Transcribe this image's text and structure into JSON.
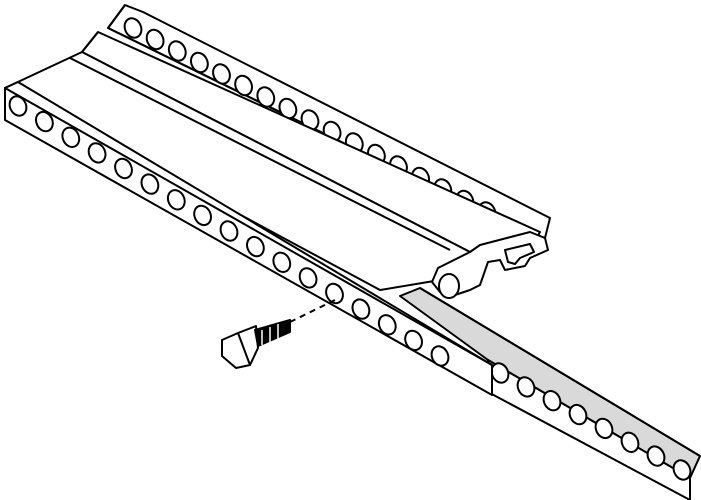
{
  "figure": {
    "kind": "line-illustration",
    "style": "black line art on white",
    "components": [
      {
        "id": "rail-assembly",
        "icon": "rail-channel-icon"
      },
      {
        "id": "perforated-flange-front",
        "icon": "perforated-flange-icon"
      },
      {
        "id": "perforated-flange-back",
        "icon": "perforated-flange-icon"
      },
      {
        "id": "slide-extension",
        "icon": "slide-rail-icon"
      },
      {
        "id": "screw",
        "icon": "screw-icon"
      },
      {
        "id": "insertion-path",
        "icon": "dashed-line-icon"
      }
    ]
  },
  "colors": {
    "line": "#000000",
    "fill": "#ffffff",
    "slide_fill": "#d9d9d9",
    "screw_fill": "#000000"
  }
}
